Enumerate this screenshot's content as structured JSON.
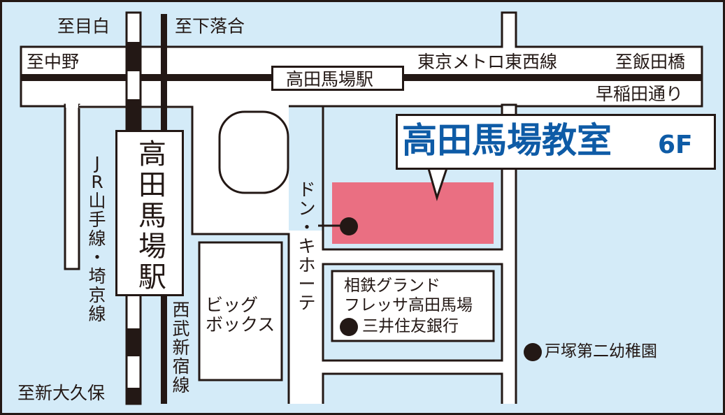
{
  "map": {
    "colors": {
      "background": "#d4ebf8",
      "road": "#ffffff",
      "outline": "#231815",
      "target_building": "#ea6f82",
      "callout_text": "#0e5ba6"
    },
    "destinations": {
      "mejiro": "至目白",
      "shimo_ochiai": "至下落合",
      "nakano": "至中野",
      "iidabashi": "至飯田橋",
      "shin_okubo": "至新大久保"
    },
    "lines": {
      "tozai": "東京メトロ東西線",
      "jr": "JR山手線・埼京線",
      "seibu": "西武新宿線"
    },
    "roads": {
      "waseda_dori": "早稲田通り"
    },
    "stations": {
      "tozai_station": "高田馬場駅",
      "jr_station": "高田馬場駅"
    },
    "callout": {
      "title": "高田馬場教室",
      "floor": "6F"
    },
    "landmarks": {
      "donki": "ドン・キホーテ",
      "big_box": "ビッグ\nボックス",
      "sotetsu_line1": "相鉄グランド",
      "sotetsu_line2": "フレッサ高田馬場",
      "bank": "三井住友銀行",
      "kindergarten": "戸塚第二幼稚園"
    }
  }
}
